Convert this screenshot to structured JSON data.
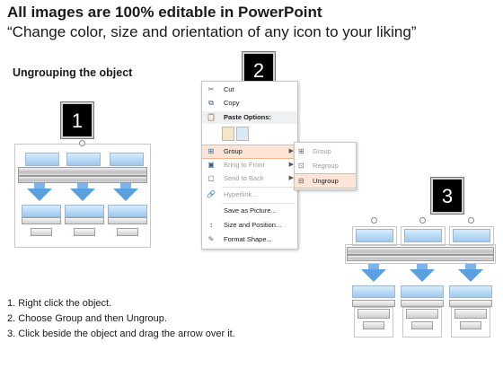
{
  "header": {
    "title": "All images are 100% editable in PowerPoint",
    "subtitle": "“Change color, size and orientation of any icon to your liking”"
  },
  "section_title": "Ungrouping the object",
  "badges": [
    "1",
    "2",
    "3"
  ],
  "context_menu": {
    "items": [
      {
        "label": "Cut",
        "icon": "scissors-icon",
        "state": "normal"
      },
      {
        "label": "Copy",
        "icon": "copy-icon",
        "state": "normal"
      },
      {
        "label": "Paste Options:",
        "icon": "paste-icon",
        "state": "header"
      },
      {
        "label": "Group",
        "icon": "group-icon",
        "state": "highlighted",
        "submenu": true
      },
      {
        "label": "Bring to Front",
        "icon": "bring-front-icon",
        "state": "disabled",
        "submenu": true
      },
      {
        "label": "Send to Back",
        "icon": "send-back-icon",
        "state": "disabled",
        "submenu": true
      },
      {
        "label": "Hyperlink...",
        "icon": "hyperlink-icon",
        "state": "disabled"
      },
      {
        "label": "Save as Picture...",
        "icon": "",
        "state": "normal"
      },
      {
        "label": "Size and Position...",
        "icon": "size-icon",
        "state": "normal"
      },
      {
        "label": "Format Shape...",
        "icon": "format-shape-icon",
        "state": "normal"
      }
    ]
  },
  "group_submenu": {
    "items": [
      {
        "label": "Group",
        "state": "disabled"
      },
      {
        "label": "Regroup",
        "state": "disabled"
      },
      {
        "label": "Ungroup",
        "state": "highlighted"
      }
    ]
  },
  "steps": [
    "1.  Right click the object.",
    "2.  Choose Group and then Ungroup.",
    "3.  Click beside the object and drag the arrow over it."
  ],
  "colors": {
    "highlight": "#fce4d6",
    "highlight_border": "#f2b28c",
    "diagram_blue": "#9fc8ef",
    "arrow_blue": "#5aa0e0",
    "badge": "#000000"
  }
}
